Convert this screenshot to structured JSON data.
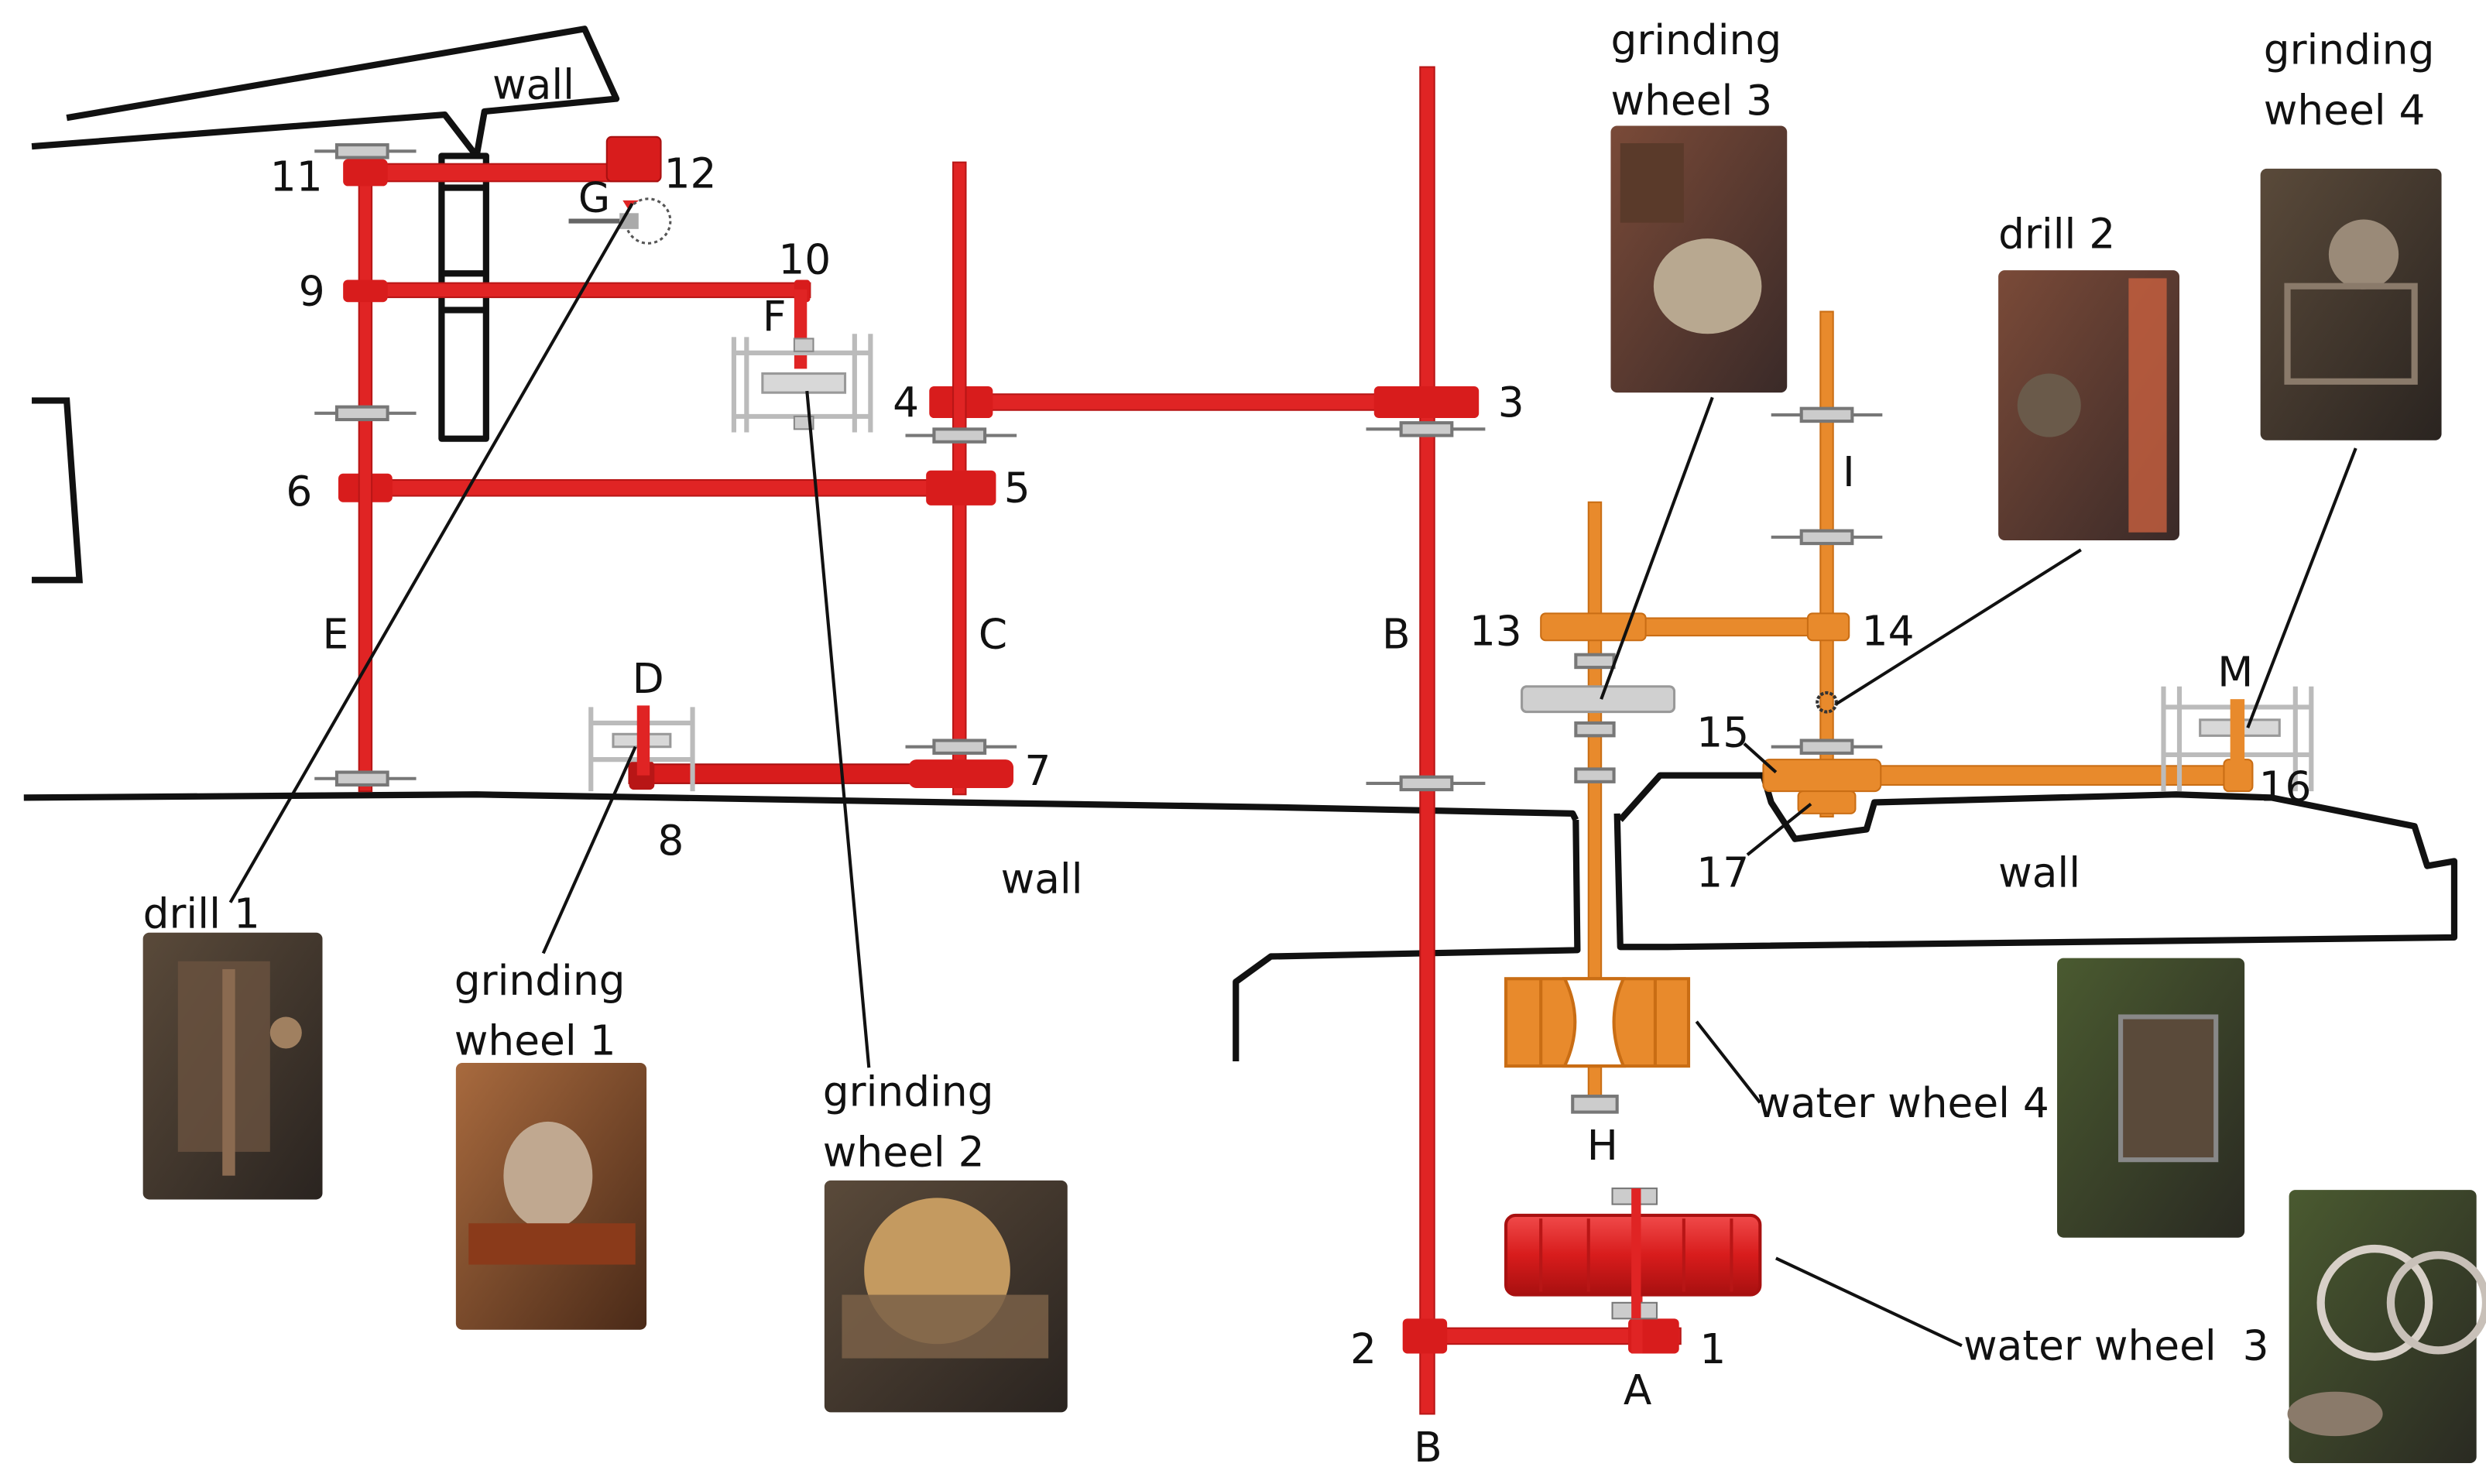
{
  "colors": {
    "red": "#e02424",
    "red_dark": "#b81616",
    "orange": "#e88a2c",
    "orange_dark": "#c96d14",
    "gray": "#c8c8c8",
    "line": "#111111"
  },
  "wall_labels": {
    "top": "wall",
    "middle": "wall",
    "right": "wall"
  },
  "shaft_labels": {
    "A": "A",
    "B": "B",
    "B2": "B",
    "C": "C",
    "D": "D",
    "E": "E",
    "F": "F",
    "G": "G",
    "H": "H",
    "I": "I",
    "M": "M"
  },
  "pulley_numbers": {
    "n1": "1",
    "n2": "2",
    "n3": "3",
    "n4": "4",
    "n5": "5",
    "n6": "6",
    "n7": "7",
    "n8": "8",
    "n9": "9",
    "n10": "10",
    "n11": "11",
    "n12": "12",
    "n13": "13",
    "n14": "14",
    "n15": "15",
    "n16": "16",
    "n17": "17"
  },
  "callouts": {
    "drill1": "drill 1",
    "drill2": "drill 2",
    "gw1_line1": "grinding",
    "gw1_line2": "wheel 1",
    "gw2_line1": "grinding",
    "gw2_line2": "wheel 2",
    "gw3_line1": "grinding",
    "gw3_line2": "wheel 3",
    "gw4_line1": "grinding",
    "gw4_line2": "wheel 4",
    "ww3": "water wheel  3",
    "ww4": "water wheel 4"
  },
  "photos": {
    "drill1": "drill-1-photo",
    "drill2": "drill-2-photo",
    "gw1": "grinding-wheel-1-photo",
    "gw2": "grinding-wheel-2-photo",
    "gw3": "grinding-wheel-3-photo",
    "gw4": "grinding-wheel-4-photo",
    "ww3": "water-wheel-3-photo",
    "ww4": "water-wheel-4-photo"
  }
}
